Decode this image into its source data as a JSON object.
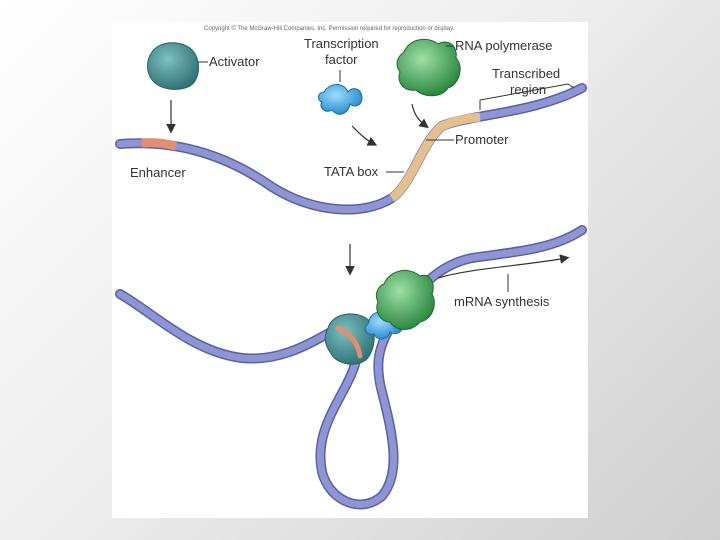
{
  "copyright": "Copyright © The McGraw-Hill Companies, Inc. Permission required for reproduction or display.",
  "labels": {
    "activator": "Activator",
    "transcription_factor_line1": "Transcription",
    "transcription_factor_line2": "factor",
    "rna_polymerase": "RNA polymerase",
    "transcribed_line1": "Transcribed",
    "transcribed_line2": "region",
    "promoter": "Promoter",
    "tata_box": "TATA box",
    "enhancer": "Enhancer",
    "mrna_synthesis": "mRNA synthesis"
  },
  "colors": {
    "dna": "#7e86c4",
    "dna_outline": "#5a62a6",
    "enhancer": "#e08f74",
    "promoter": "#e3c08e",
    "activator": "#3f8a8c",
    "transcription_factor": "#3aa6dc",
    "rna_polymerase": "#3e9e4c"
  }
}
